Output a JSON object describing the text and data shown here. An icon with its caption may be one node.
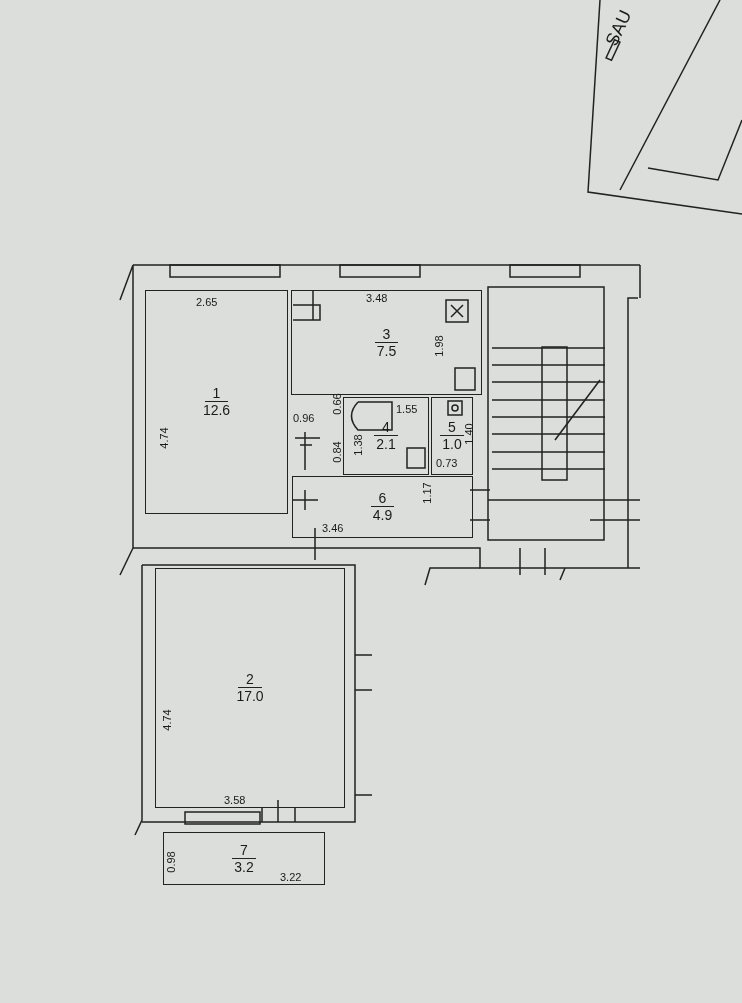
{
  "diagram": {
    "nodes": [
      {
        "text": [
          "1",
          "12.6"
        ]
      },
      {
        "text": [
          "2",
          "17.0"
        ]
      },
      {
        "text": [
          "3",
          "7.5"
        ]
      },
      {
        "text": [
          "4",
          "2.1"
        ]
      },
      {
        "text": [
          "5",
          "1.0"
        ]
      },
      {
        "text": [
          "6",
          "4.9"
        ]
      },
      {
        "text": [
          "7",
          "3.2"
        ]
      }
    ],
    "labels": [
      "SAU",
      "2.65",
      "3.48",
      "1.98",
      "4.74",
      "0.66",
      "0.96",
      "1.55",
      "1.40",
      "0.84",
      "1.38",
      "0.73",
      "1.17",
      "3.46",
      "4.74",
      "3.58",
      "0.98",
      "3.22"
    ]
  }
}
